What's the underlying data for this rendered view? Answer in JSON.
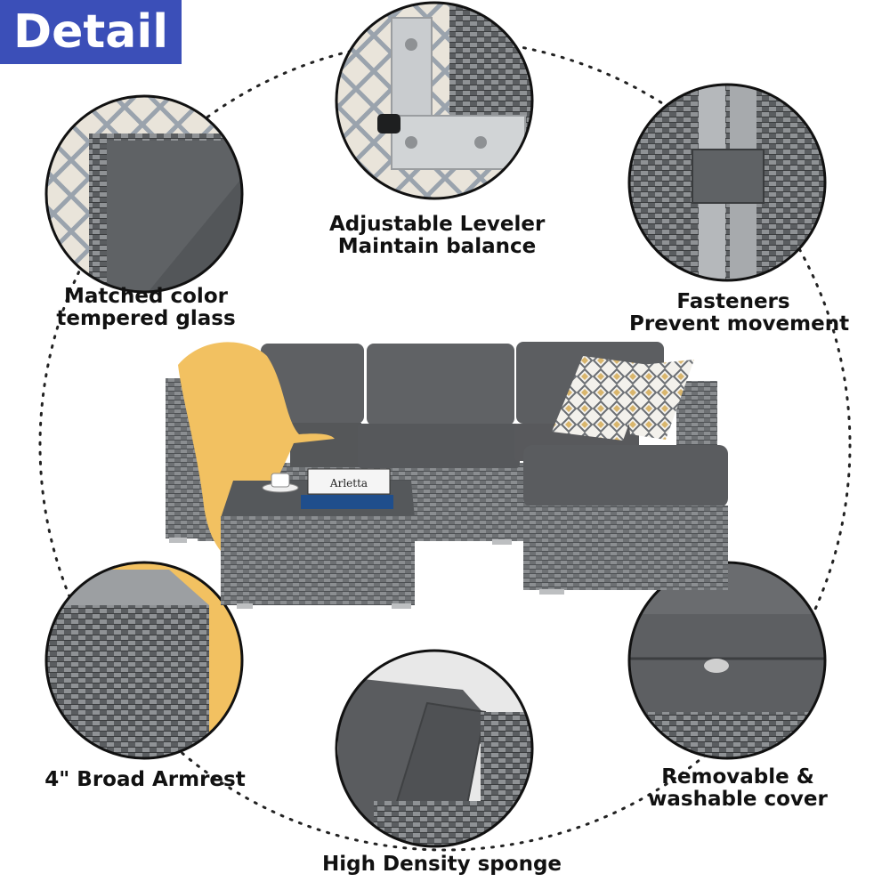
{
  "badge": {
    "label": "Detail",
    "color": "#3b4fb8"
  },
  "details": [
    {
      "id": "glass",
      "lines": [
        "Matched color",
        "tempered glass"
      ]
    },
    {
      "id": "leveler",
      "lines": [
        "Adjustable Leveler",
        "Maintain balance"
      ]
    },
    {
      "id": "fasteners",
      "lines": [
        "Fasteners",
        "Prevent movement"
      ]
    },
    {
      "id": "armrest",
      "lines": [
        "4\" Broad Armrest"
      ]
    },
    {
      "id": "sponge",
      "lines": [
        "High Density sponge"
      ]
    },
    {
      "id": "cover",
      "lines": [
        "Removable &",
        "washable cover"
      ]
    }
  ],
  "product": {
    "book_title": "Arletta"
  },
  "colors": {
    "wicker": "#6f7275",
    "cushion": "#5e6063",
    "throw": "#f2c161",
    "glass": "#55585b"
  }
}
